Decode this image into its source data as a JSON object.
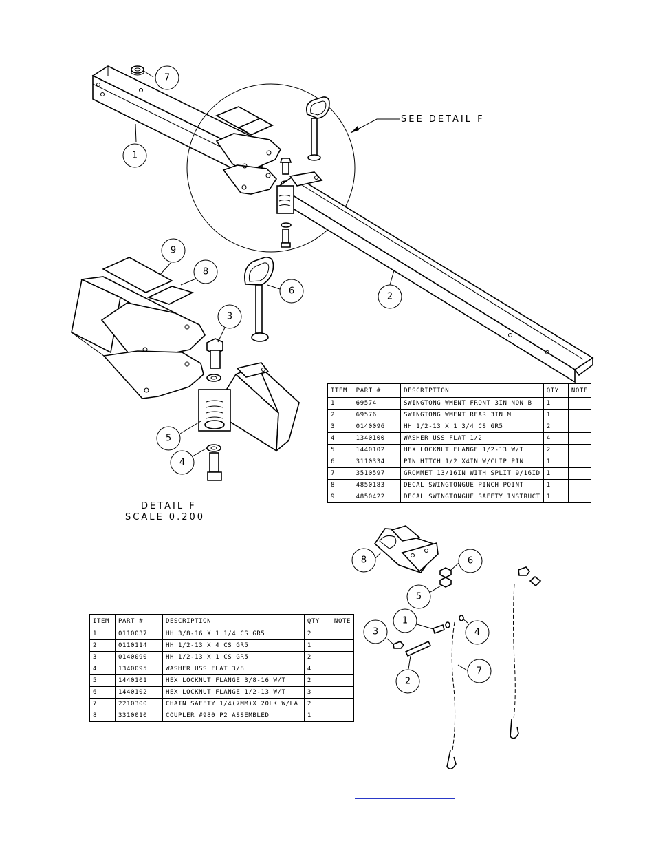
{
  "detail_callout": {
    "see_detail": "SEE DETAIL  F",
    "title": "DETAIL  F",
    "scale": "SCALE  0.200"
  },
  "assembly_top": {
    "balloons": [
      "1",
      "2",
      "7"
    ],
    "detail_balloons": [
      "9",
      "8",
      "6",
      "3",
      "5",
      "4"
    ]
  },
  "assembly_bottom": {
    "balloons": [
      "8",
      "6",
      "5",
      "1",
      "4",
      "3",
      "2",
      "7"
    ]
  },
  "bom_top": {
    "headers": [
      "ITEM",
      "PART #",
      "DESCRIPTION",
      "QTY",
      "NOTE"
    ],
    "rows": [
      [
        "1",
        "69574",
        "SWINGTONG WMENT FRONT 3IN NON B",
        "1",
        ""
      ],
      [
        "2",
        "69576",
        "SWINGTONG WMENT REAR 3IN M",
        "1",
        ""
      ],
      [
        "3",
        "0140096",
        "HH 1/2-13 X 1 3/4 CS GR5",
        "2",
        ""
      ],
      [
        "4",
        "1340100",
        "WASHER USS FLAT 1/2",
        "4",
        ""
      ],
      [
        "5",
        "1440102",
        "HEX LOCKNUT FLANGE 1/2-13 W/T",
        "2",
        ""
      ],
      [
        "6",
        "3110334",
        "PIN HITCH 1/2 X4IN W/CLIP PIN",
        "1",
        ""
      ],
      [
        "7",
        "3510597",
        "GROMMET 13/16IN  WITH SPLIT 9/16ID",
        "1",
        ""
      ],
      [
        "8",
        "4850183",
        "DECAL SWINGTONGUE PINCH POINT",
        "1",
        ""
      ],
      [
        "9",
        "4850422",
        "DECAL SWINGTONGUE SAFETY INSTRUCT",
        "1",
        ""
      ]
    ]
  },
  "bom_bottom": {
    "headers": [
      "ITEM",
      "PART #",
      "DESCRIPTION",
      "QTY",
      "NOTE"
    ],
    "rows": [
      [
        "1",
        "0110037",
        "HH 3/8-16 X 1 1/4 CS GR5",
        "2",
        ""
      ],
      [
        "2",
        "0110114",
        "HH 1/2-13 X 4 CS GR5",
        "1",
        ""
      ],
      [
        "3",
        "0140090",
        "HH 1/2-13 X 1 CS GR5",
        "2",
        ""
      ],
      [
        "4",
        "1340095",
        "WASHER USS FLAT 3/8",
        "4",
        ""
      ],
      [
        "5",
        "1440101",
        "HEX LOCKNUT FLANGE 3/8-16 W/T",
        "2",
        ""
      ],
      [
        "6",
        "1440102",
        "HEX LOCKNUT FLANGE 1/2-13 W/T",
        "3",
        ""
      ],
      [
        "7",
        "2210300",
        "CHAIN SAFETY 1/4(7MM)X 20LK W/LA",
        "2",
        ""
      ],
      [
        "8",
        "3310010",
        "COUPLER #980 P2 ASSEMBLED",
        "1",
        ""
      ]
    ]
  },
  "colors": {
    "line": "#000000",
    "link": "#2a39c8",
    "background": "#ffffff"
  }
}
